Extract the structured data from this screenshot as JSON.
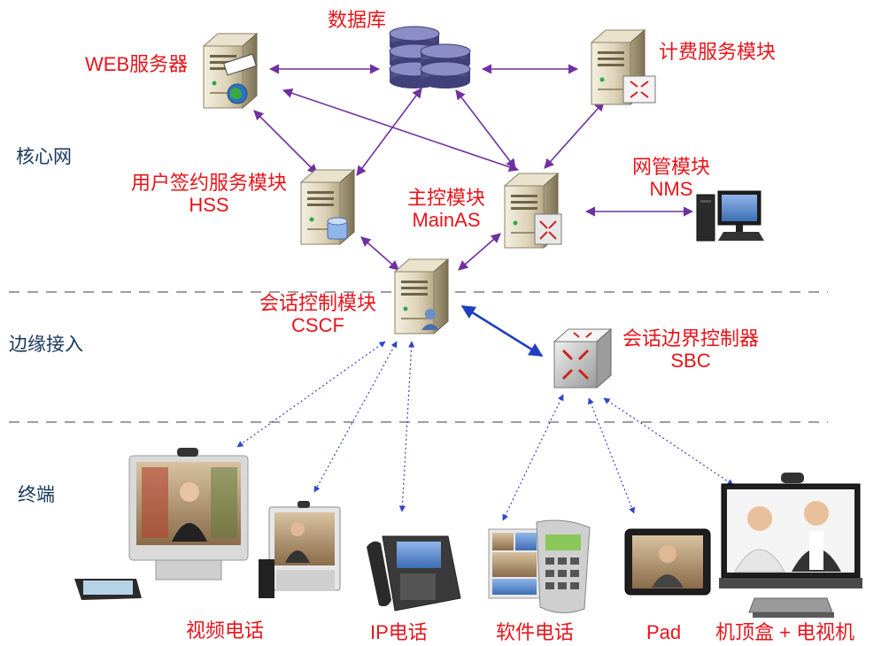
{
  "tiers": {
    "core": "核心网",
    "edge": "边缘接入",
    "terminal": "终端"
  },
  "nodes": {
    "database": {
      "label": "数据库"
    },
    "web": {
      "label": "WEB服务器"
    },
    "billing": {
      "label": "计费服务模块"
    },
    "hss": {
      "label": "用户签约服务模块",
      "sub": "HSS"
    },
    "mainas": {
      "label": "主控模块",
      "sub": "MainAS"
    },
    "nms": {
      "label": "网管模块",
      "sub": "NMS"
    },
    "cscf": {
      "label": "会话控制模块",
      "sub": "CSCF"
    },
    "sbc": {
      "label": "会话边界控制器",
      "sub": "SBC"
    }
  },
  "terminals": {
    "video_phone": "视频电话",
    "ip_phone": "IP电话",
    "soft_phone": "软件电话",
    "pad": "Pad",
    "stb_tv": "机顶盒 + 电视机"
  },
  "colors": {
    "core_link": "#7030a0",
    "cscf_sbc_link": "#1f3fbf",
    "terminal_link": "#3344cc",
    "label_red": "#e8141b",
    "tier_text": "#17365d",
    "divider": "#7f7f7f"
  }
}
